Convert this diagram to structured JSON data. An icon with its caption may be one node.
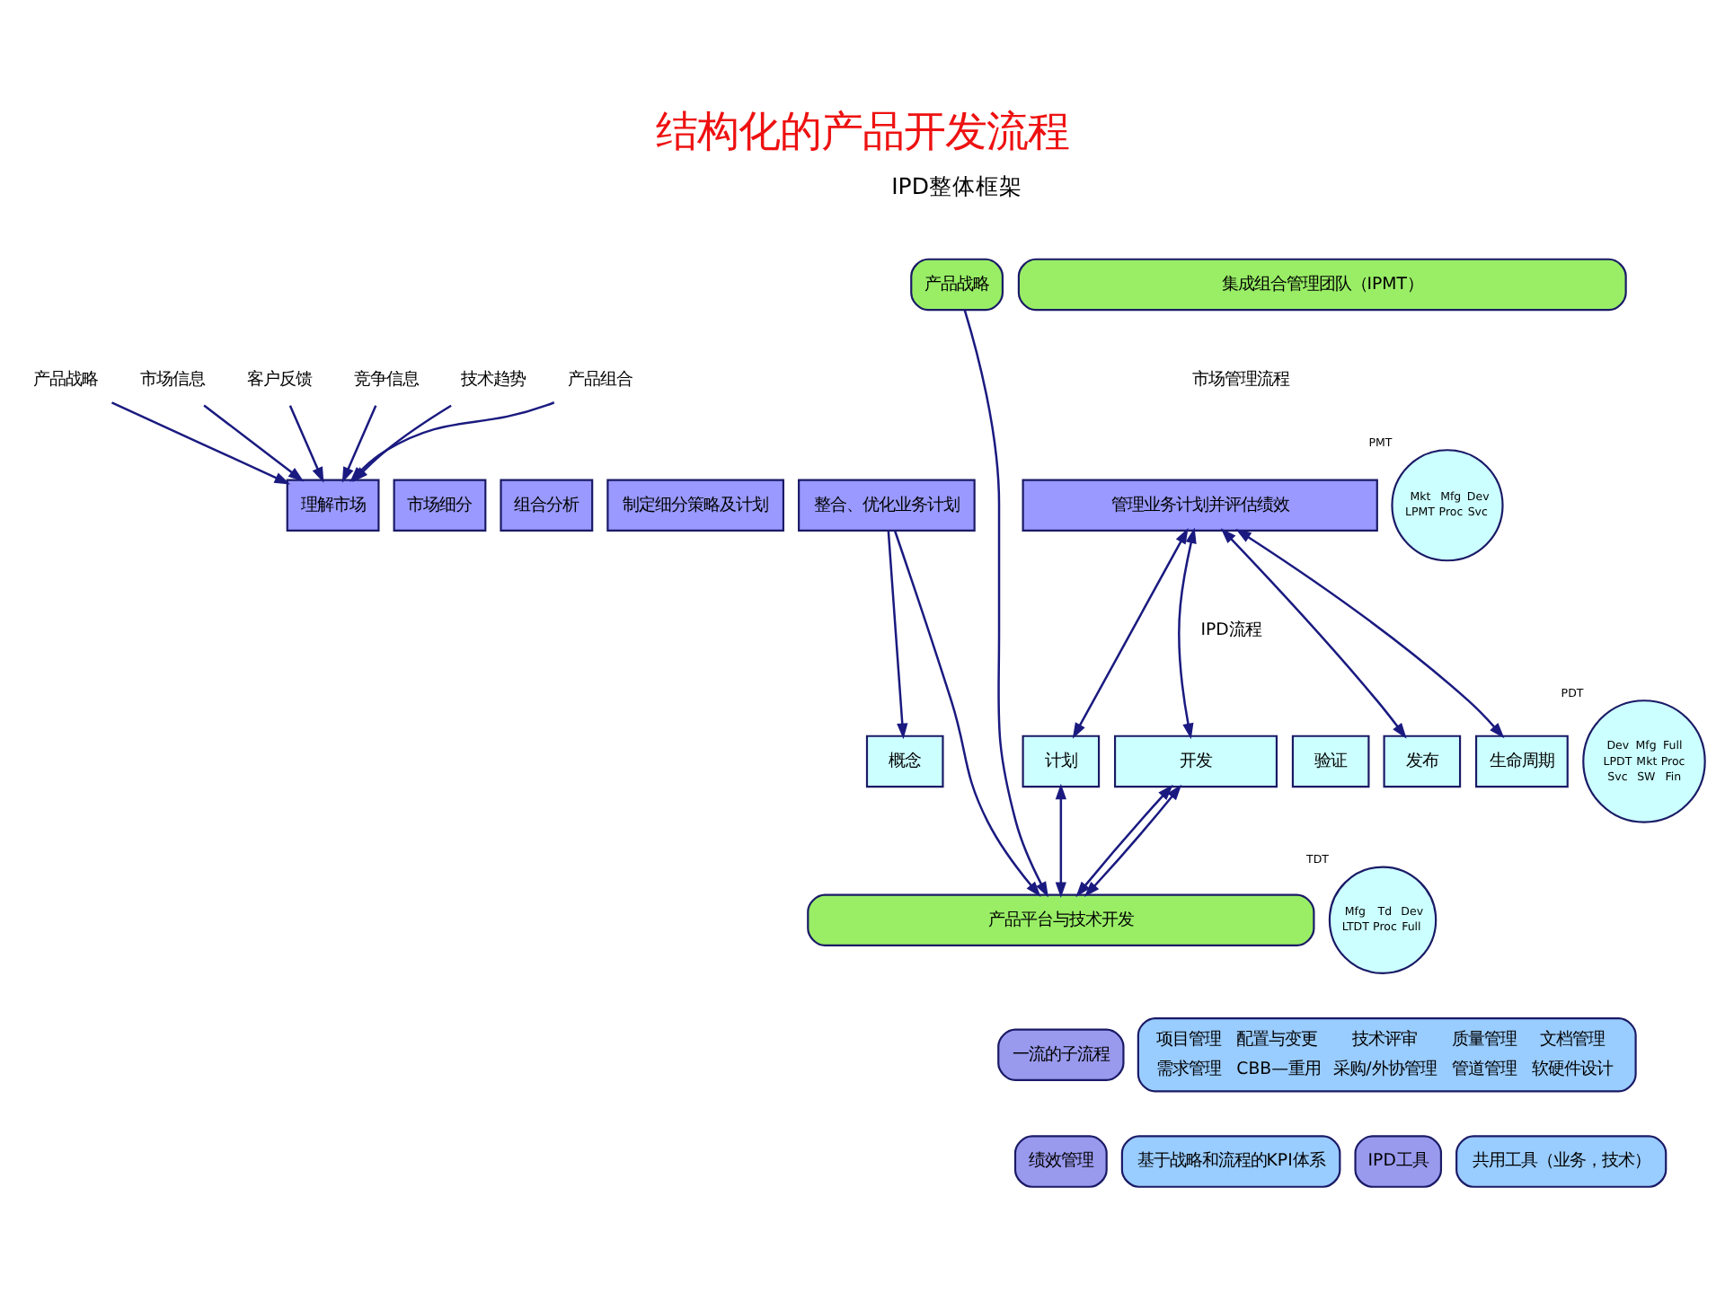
{
  "diagram": {
    "title": "结构化的产品开发流程",
    "nodes": [
      {
        "text": [
          "产品战略"
        ]
      },
      {
        "text": [
          "集成组合管理团队（IPMT）"
        ]
      },
      {
        "text": [
          "理解市场"
        ]
      },
      {
        "text": [
          "市场细分"
        ]
      },
      {
        "text": [
          "组合分析"
        ]
      },
      {
        "text": [
          "制定细分策略及计划"
        ]
      },
      {
        "text": [
          "整合、优化业务计划"
        ]
      },
      {
        "text": [
          "管理业务计划并评估绩效"
        ]
      },
      {
        "text": [
          "产品战略"
        ]
      },
      {
        "text": [
          "市场信息"
        ]
      },
      {
        "text": [
          "客户反馈"
        ]
      },
      {
        "text": [
          "竞争信息"
        ]
      },
      {
        "text": [
          "技术趋势"
        ]
      },
      {
        "text": [
          "产品组合"
        ]
      },
      {
        "text": [
          "概念"
        ]
      },
      {
        "text": [
          "计划"
        ]
      },
      {
        "text": [
          "开发"
        ]
      },
      {
        "text": [
          "验证"
        ]
      },
      {
        "text": [
          "发布"
        ]
      },
      {
        "text": [
          "生命周期"
        ]
      },
      {
        "text": [
          "产品平台与技术开发"
        ]
      },
      {
        "text": [
          "Mkt",
          "Mfg",
          "Dev",
          "LPMT",
          "Proc",
          "Svc"
        ],
        "beside": [
          "PMT"
        ]
      },
      {
        "text": [
          "Dev",
          "Mfg",
          "Full",
          "LPDT",
          "Mkt",
          "Proc",
          "Svc",
          "SW",
          "Fin"
        ],
        "beside": [
          "PDT"
        ]
      },
      {
        "text": [
          "Mfg",
          "Td",
          "Dev",
          "LTDT",
          "Proc",
          "Full"
        ],
        "beside": [
          "TDT"
        ]
      },
      {
        "text": [
          "一流的子流程"
        ]
      },
      {
        "text": [
          "项目管理",
          "配置与变更",
          "技术评审",
          "质量管理",
          "文档管理",
          "需求管理",
          "CBB—重用",
          "采购/外协管理",
          "管道管理",
          "软硬件设计"
        ]
      },
      {
        "text": [
          "绩效管理"
        ]
      },
      {
        "text": [
          "基于战略和流程的KPI体系"
        ]
      },
      {
        "text": [
          "IPD工具"
        ]
      },
      {
        "text": [
          "共用工具（业务，技术）"
        ]
      }
    ],
    "edges": [
      {
        "from": 0,
        "to": 20,
        "arrow": "to"
      },
      {
        "from": 8,
        "to": 2,
        "arrow": "to"
      },
      {
        "from": 9,
        "to": 2,
        "arrow": "to"
      },
      {
        "from": 10,
        "to": 2,
        "arrow": "to"
      },
      {
        "from": 11,
        "to": 2,
        "arrow": "to"
      },
      {
        "from": 12,
        "to": 2,
        "arrow": "to"
      },
      {
        "from": 13,
        "to": 2,
        "arrow": "to"
      },
      {
        "from": 6,
        "to": 14,
        "arrow": "to"
      },
      {
        "from": 6,
        "to": 20,
        "arrow": "to"
      },
      {
        "from": 7,
        "to": 15,
        "arrow": "both"
      },
      {
        "from": 7,
        "to": 16,
        "arrow": "both"
      },
      {
        "from": 7,
        "to": 18,
        "arrow": "both"
      },
      {
        "from": 7,
        "to": 19,
        "arrow": "both"
      },
      {
        "from": 15,
        "to": 20,
        "arrow": "both"
      },
      {
        "from": 16,
        "to": 20,
        "arrow": "both"
      },
      {
        "from": 16,
        "to": 20,
        "arrow": "both"
      }
    ],
    "labels": [
      "IPD整体框架",
      "市场管理流程",
      "IPD流程"
    ]
  }
}
